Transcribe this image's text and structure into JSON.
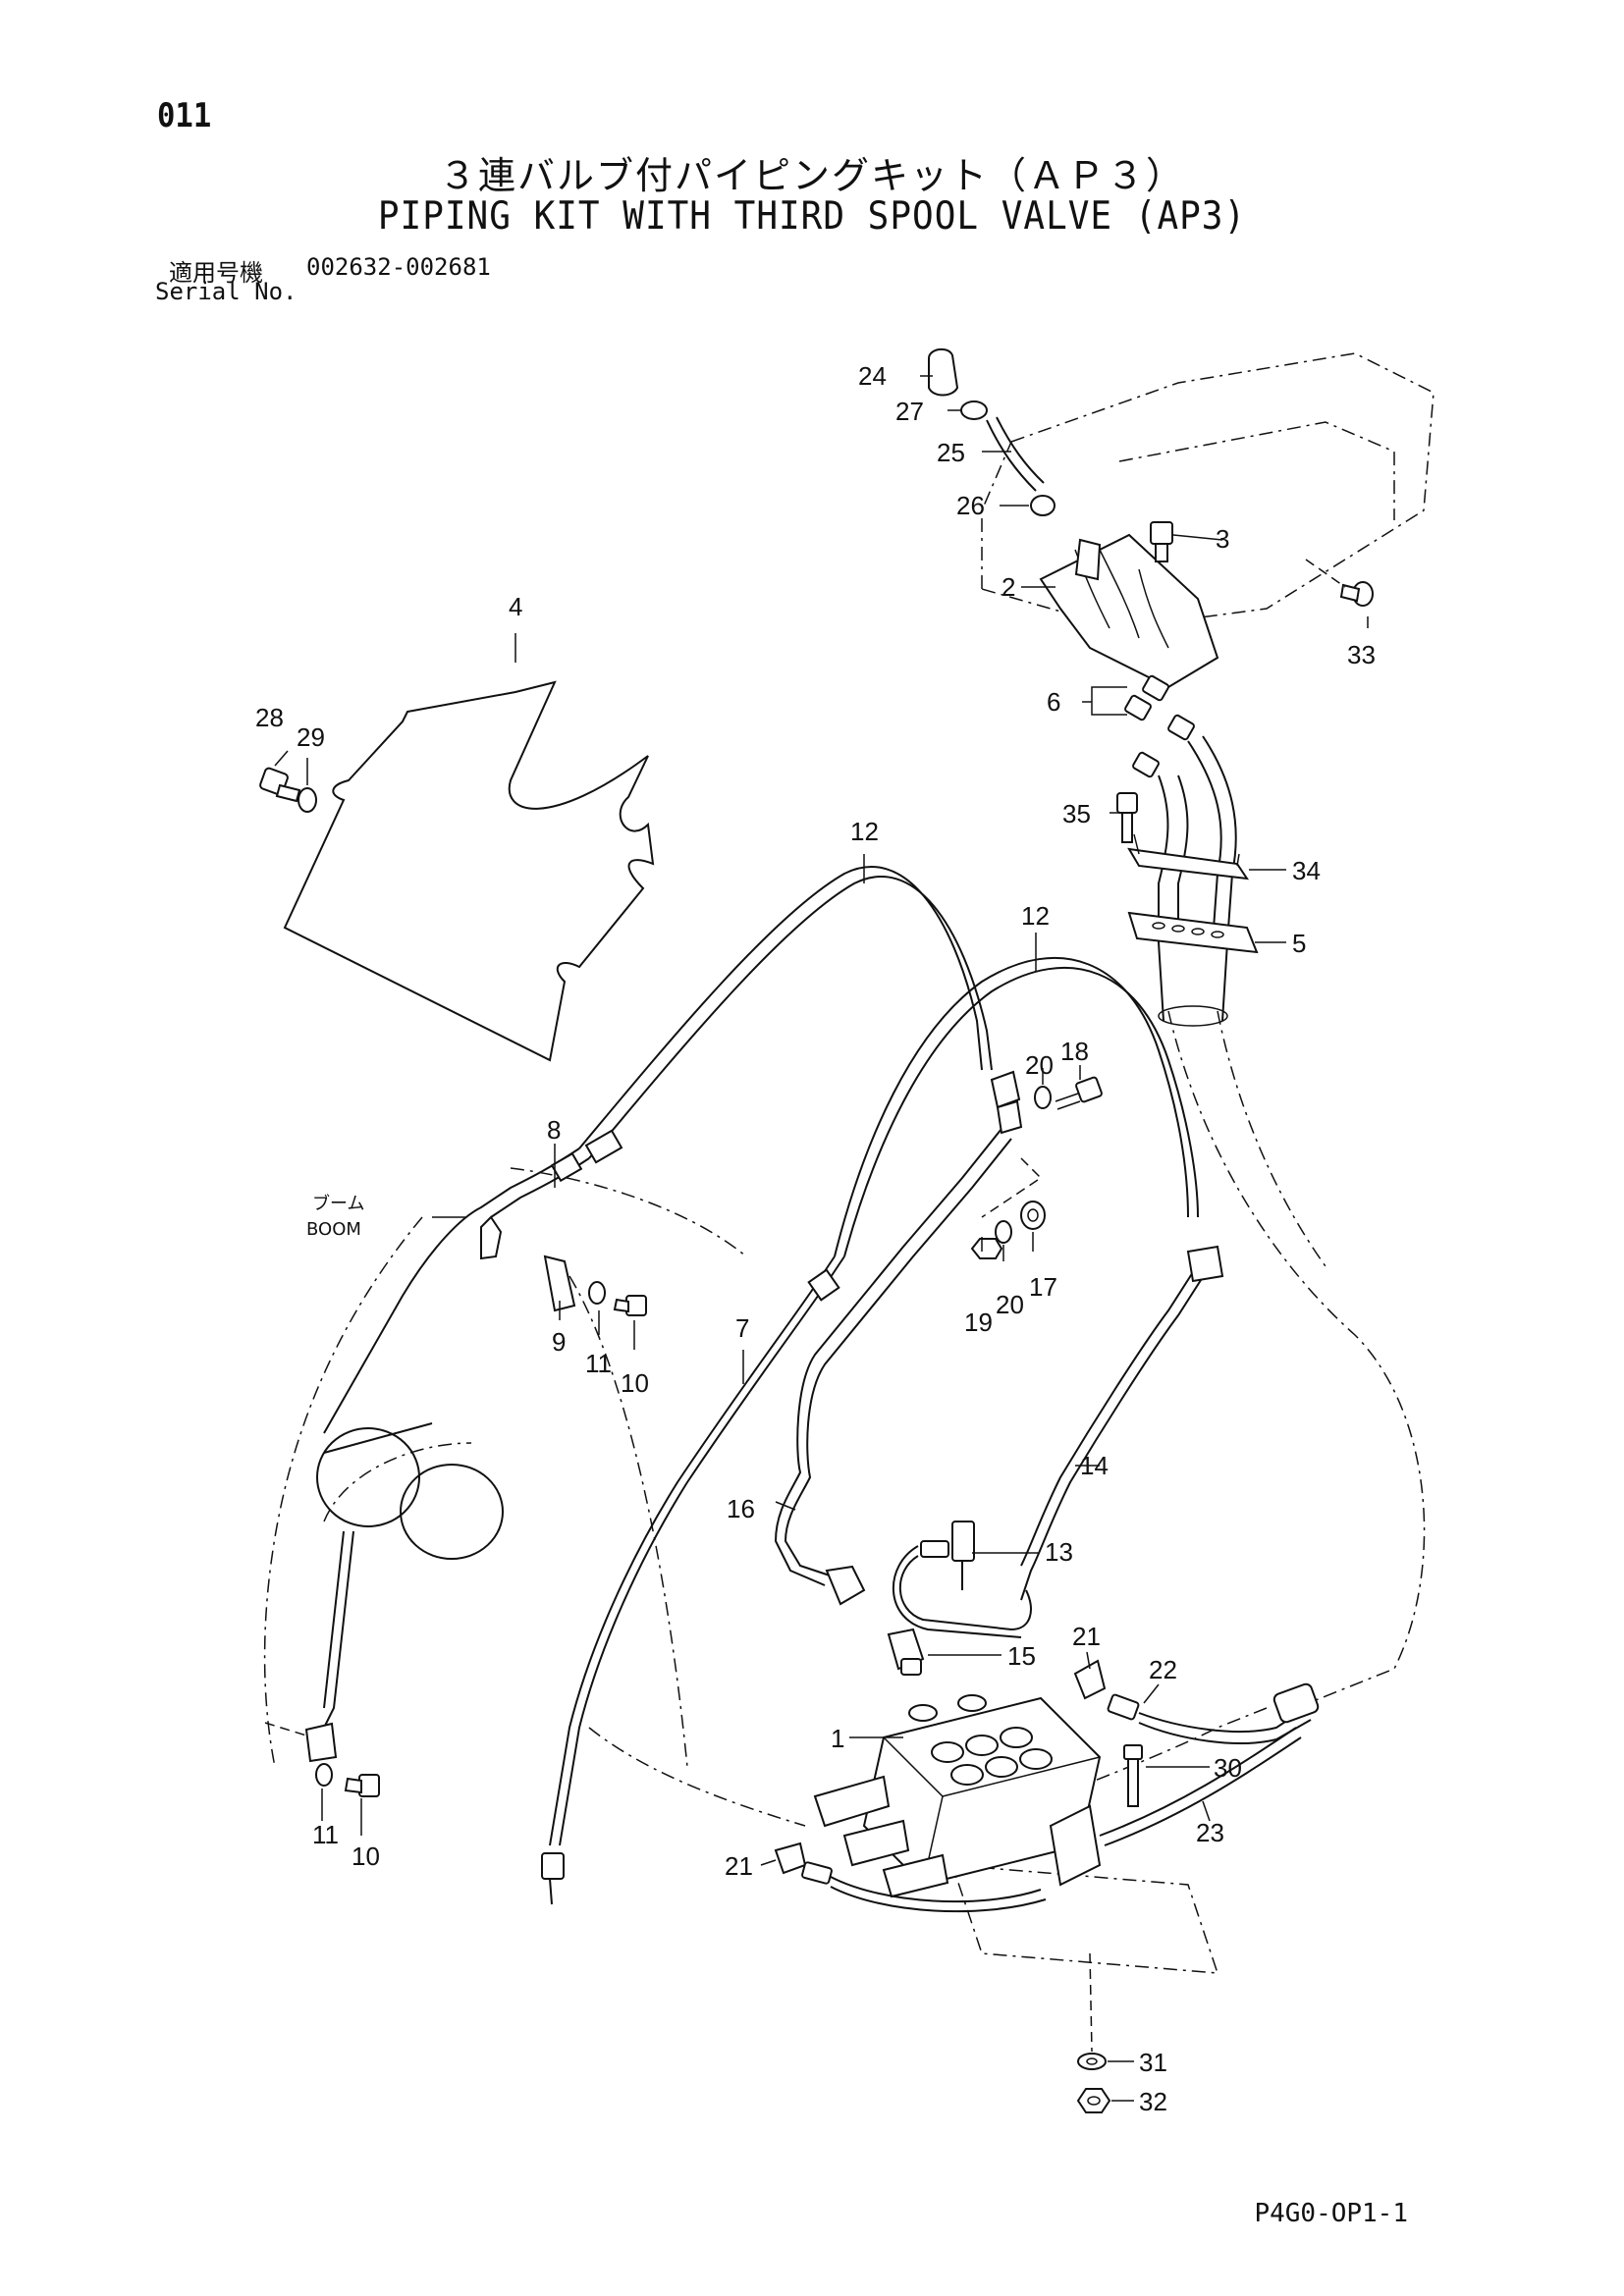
{
  "header": {
    "page_number": "011",
    "title_jp": "３連バルブ付パイピングキット（ＡＰ３）",
    "title_en": "PIPING KIT WITH THIRD SPOOL VALVE (AP3)",
    "serial_label_jp": "適用号機",
    "serial_range": "002632-002681",
    "serial_label_en": "Serial No."
  },
  "diagram": {
    "boom_label_jp": "ブーム",
    "boom_label_en": "BOOM",
    "callouts": {
      "c1": "1",
      "c2": "2",
      "c3": "3",
      "c4": "4",
      "c5": "5",
      "c6": "6",
      "c7": "7",
      "c8": "8",
      "c9": "9",
      "c10a": "10",
      "c10b": "10",
      "c11a": "11",
      "c11b": "11",
      "c12a": "12",
      "c12b": "12",
      "c13": "13",
      "c14": "14",
      "c15": "15",
      "c16": "16",
      "c17": "17",
      "c18": "18",
      "c19": "19",
      "c20a": "20",
      "c20b": "20",
      "c21a": "21",
      "c21b": "21",
      "c22": "22",
      "c23": "23",
      "c24": "24",
      "c25": "25",
      "c26": "26",
      "c27": "27",
      "c28": "28",
      "c29": "29",
      "c30": "30",
      "c31": "31",
      "c32": "32",
      "c33": "33",
      "c34": "34",
      "c35": "35"
    }
  },
  "footer": {
    "doc_code": "P4G0-OP1-1"
  }
}
